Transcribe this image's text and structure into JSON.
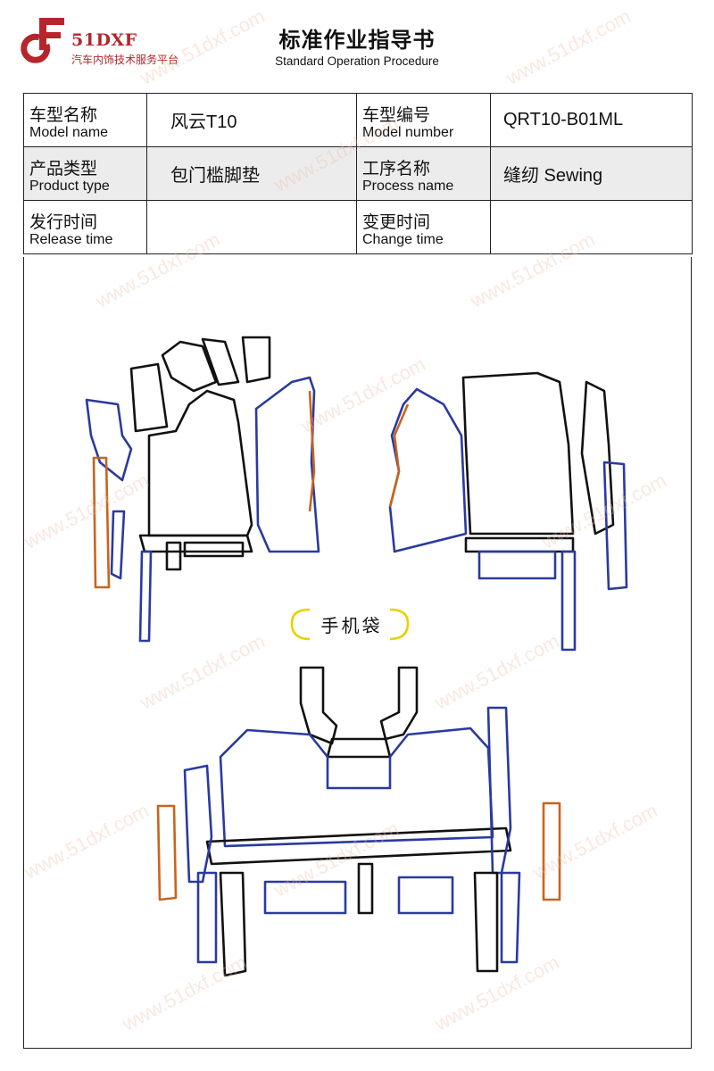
{
  "header": {
    "brand": "51DXF",
    "slogan": "汽车内饰技术服务平台",
    "title_cn": "标准作业指导书",
    "title_en": "Standard Operation Procedure",
    "brand_color": "#b5252b"
  },
  "info_table": {
    "model_name": {
      "label_cn": "车型名称",
      "label_en": "Model name",
      "value": "风云T10"
    },
    "model_number": {
      "label_cn": "车型编号",
      "label_en": "Model number",
      "value": "QRT10-B01ML"
    },
    "product_type": {
      "label_cn": "产品类型",
      "label_en": "Product type",
      "value": "包门槛脚垫"
    },
    "process_name": {
      "label_cn": "工序名称",
      "label_en": "Process name",
      "value": "缝纫 Sewing"
    },
    "release_time": {
      "label_cn": "发行时间",
      "label_en": "Release time",
      "value": ""
    },
    "change_time": {
      "label_cn": "变更时间",
      "label_en": "Change time",
      "value": ""
    }
  },
  "drawing": {
    "pocket_label": "手机袋",
    "watermark": "www.51dxf.com",
    "outline_colors": {
      "main": "#111111",
      "edge_blue": "#2a3aa0",
      "edge_orange": "#c8641e",
      "pocket_yellow": "#e8d200"
    }
  }
}
